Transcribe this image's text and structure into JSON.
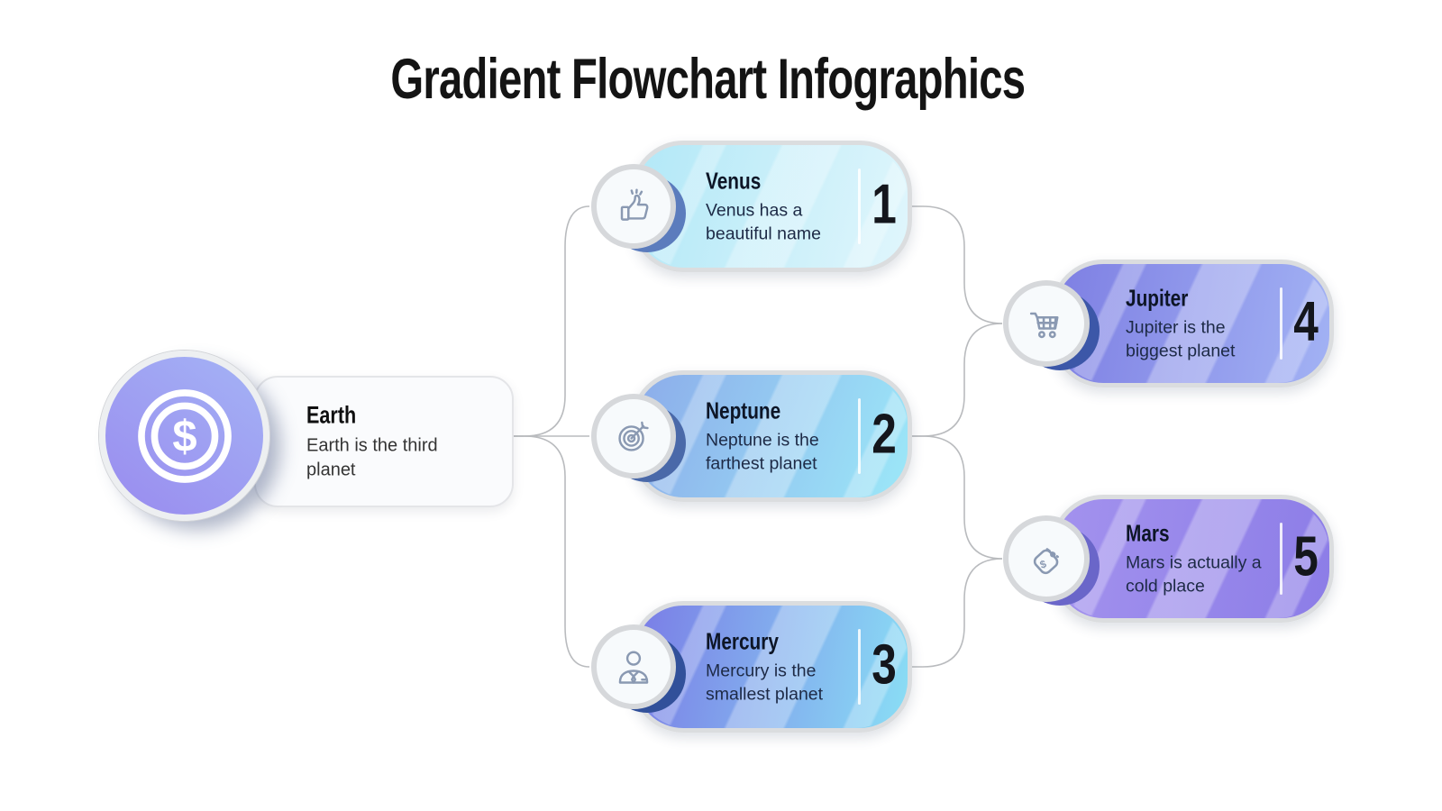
{
  "title": "Gradient Flowchart Infographics",
  "root": {
    "title": "Earth",
    "description": "Earth is the third planet",
    "icon": "dollar-coin-icon"
  },
  "nodes": [
    {
      "number": "1",
      "title": "Venus",
      "description": "Venus has a beautiful name",
      "icon": "thumbs-up-icon",
      "gradient_from": "#b2e8f7",
      "gradient_to": "#e0f6fc"
    },
    {
      "number": "2",
      "title": "Neptune",
      "description": "Neptune is the farthest planet",
      "icon": "target-dart-icon",
      "gradient_from": "#8cacea",
      "gradient_to": "#9ce8f8"
    },
    {
      "number": "3",
      "title": "Mercury",
      "description": "Mercury is the smallest planet",
      "icon": "businessman-icon",
      "gradient_from": "#7a7ce6",
      "gradient_to": "#8adef5"
    },
    {
      "number": "4",
      "title": "Jupiter",
      "description": "Jupiter is the biggest planet",
      "icon": "shopping-cart-icon",
      "gradient_from": "#7e7fe3",
      "gradient_to": "#a2b2f4"
    },
    {
      "number": "5",
      "title": "Mars",
      "description": "Mars is actually a cold place",
      "icon": "price-tag-icon",
      "gradient_from": "#a392ee",
      "gradient_to": "#8c7de7"
    }
  ],
  "colors": {
    "background": "#ffffff",
    "title_text": "#141414",
    "connector": "#b9bbbe",
    "card_border": "#dbdddf",
    "circle_fill": "#f7fafc",
    "circle_border": "#d6d8db",
    "icon_stroke": "#8a99b2",
    "crescent_shadow": "#4a69a9",
    "number_text": "#14161c",
    "description_text": "#1d2a46",
    "earth_gradient_from": "#a4b3f5",
    "earth_gradient_to": "#998bef"
  }
}
